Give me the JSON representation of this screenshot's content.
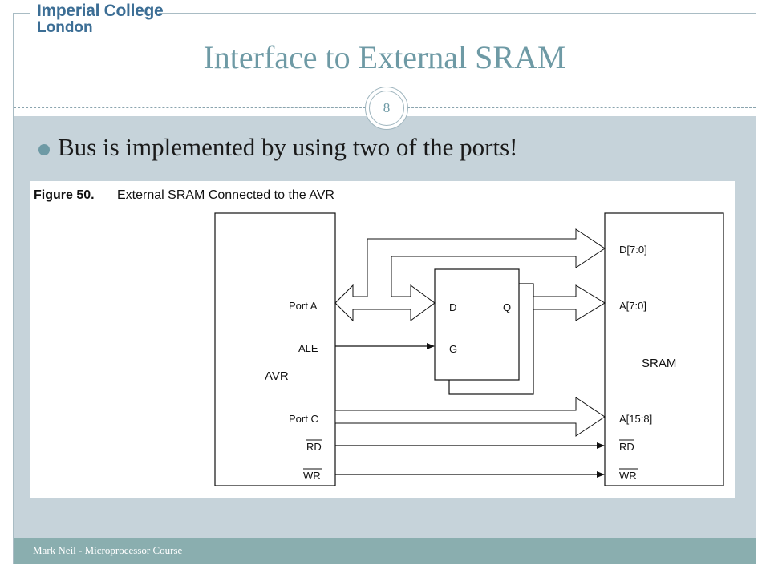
{
  "header": {
    "logo_line1": "Imperial College",
    "logo_line2": "London"
  },
  "slide": {
    "title": "Interface to External SRAM",
    "page_number": "8",
    "bullet": "Bus is implemented by using two of the ports!",
    "footer": "Mark Neil - Microprocessor Course"
  },
  "figure": {
    "caption_number": "Figure 50.",
    "caption_text": "External SRAM Connected to the AVR",
    "avr_label": "AVR",
    "sram_label": "SRAM",
    "avr_pins": {
      "port_a": "Port A",
      "ale": "ALE",
      "port_c": "Port C",
      "rd": "RD",
      "wr": "WR"
    },
    "latch_pins": {
      "d": "D",
      "q": "Q",
      "g": "G"
    },
    "sram_pins": {
      "data": "D[7:0]",
      "addr_low": "A[7:0]",
      "addr_high": "A[15:8]",
      "rd": "RD",
      "wr": "WR"
    }
  },
  "colors": {
    "title": "#6e9aa5",
    "content_background": "#c6d3da",
    "footer_background": "#8aaeaf",
    "logo": "#3c6e95"
  }
}
